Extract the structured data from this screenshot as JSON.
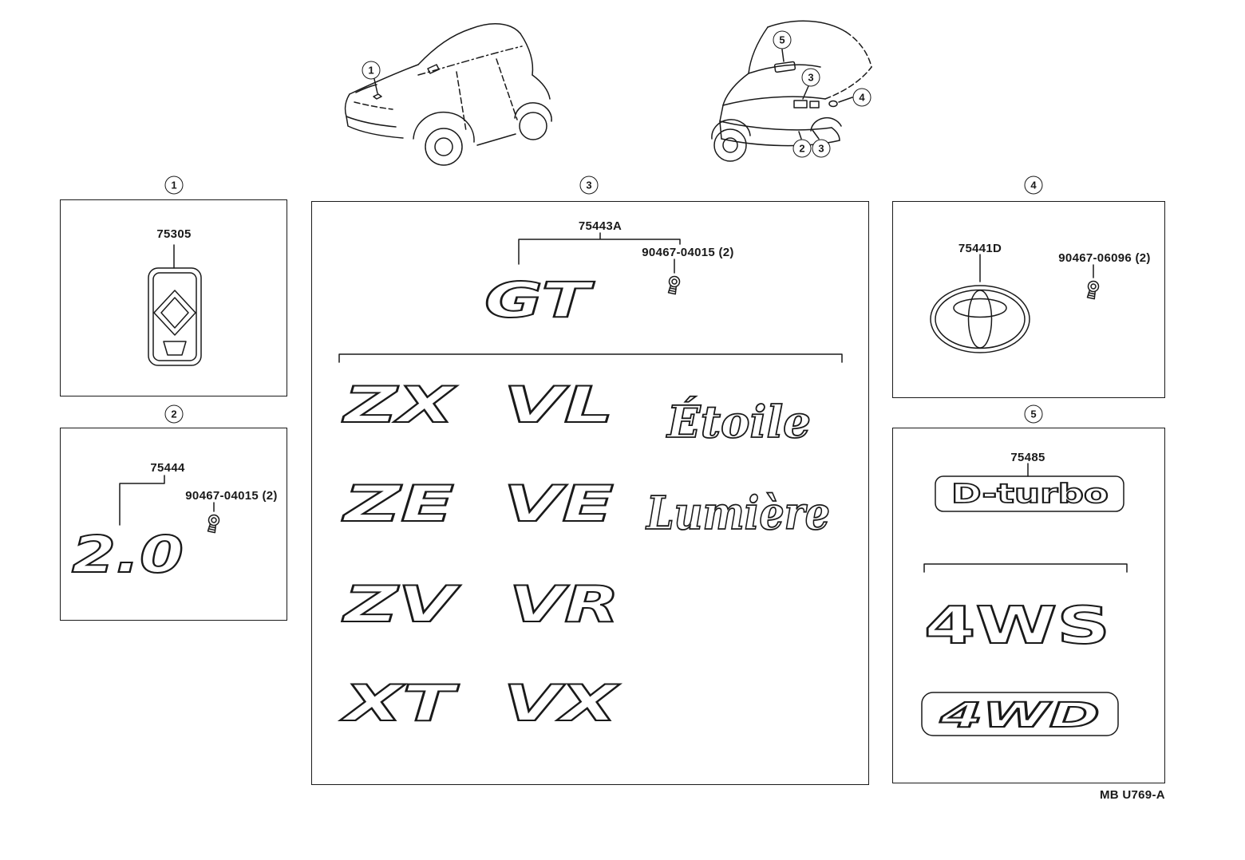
{
  "page": {
    "footer_code": "MB U769-A"
  },
  "cars": {
    "front": {
      "callout": "1"
    },
    "rear": {
      "callouts": [
        "5",
        "3",
        "4",
        "2",
        "3"
      ]
    }
  },
  "sections": [
    {
      "label": "1",
      "part": "75305"
    },
    {
      "label": "2",
      "part": "75444",
      "screw": "90467-04015 (2)",
      "emblem": "2.0"
    },
    {
      "label": "3",
      "part": "75443A",
      "screw": "90467-04015 (2)",
      "main_emblem": "GT",
      "grade_emblems": [
        "ZX",
        "VL",
        "Étoile",
        "ZE",
        "VE",
        "Lumière",
        "ZV",
        "VR",
        "XT",
        "VX"
      ]
    },
    {
      "label": "4",
      "part": "75441D",
      "screw": "90467-06096 (2)"
    },
    {
      "label": "5",
      "part": "75485",
      "emblem": "D-turbo",
      "drive_emblems": [
        "4WS",
        "4WD"
      ]
    }
  ]
}
